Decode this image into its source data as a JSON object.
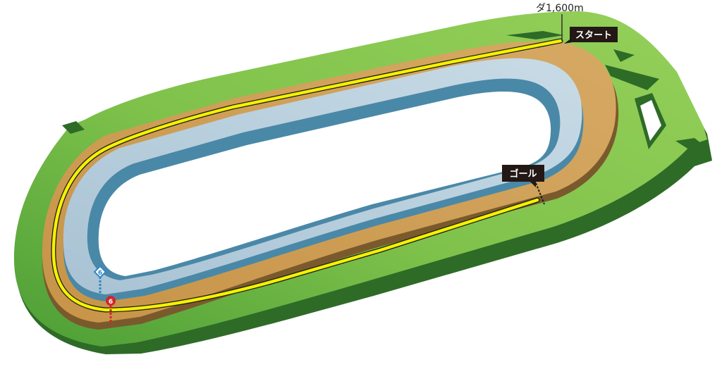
{
  "course": {
    "distance_label": "ダ1,600m",
    "start_label": "スタート",
    "goal_label": "ゴール",
    "furlong_markers": [
      {
        "number": "6",
        "track": "inner-turf",
        "color": "#2f86c8"
      },
      {
        "number": "6",
        "track": "dirt",
        "color": "#d0262b"
      }
    ]
  },
  "colors": {
    "infield": "#ffffff",
    "outer_grass_light": "#8ccb53",
    "outer_grass_dark": "#4c9e36",
    "grass_side": "#2e6b27",
    "dirt_track": "#cc9a52",
    "dirt_side": "#7a5a2c",
    "inner_track": "#b9cfdd",
    "inner_side": "#4a88a8",
    "route_line": "#f4f100",
    "label_bg": "#231815",
    "label_text": "#ffffff"
  }
}
